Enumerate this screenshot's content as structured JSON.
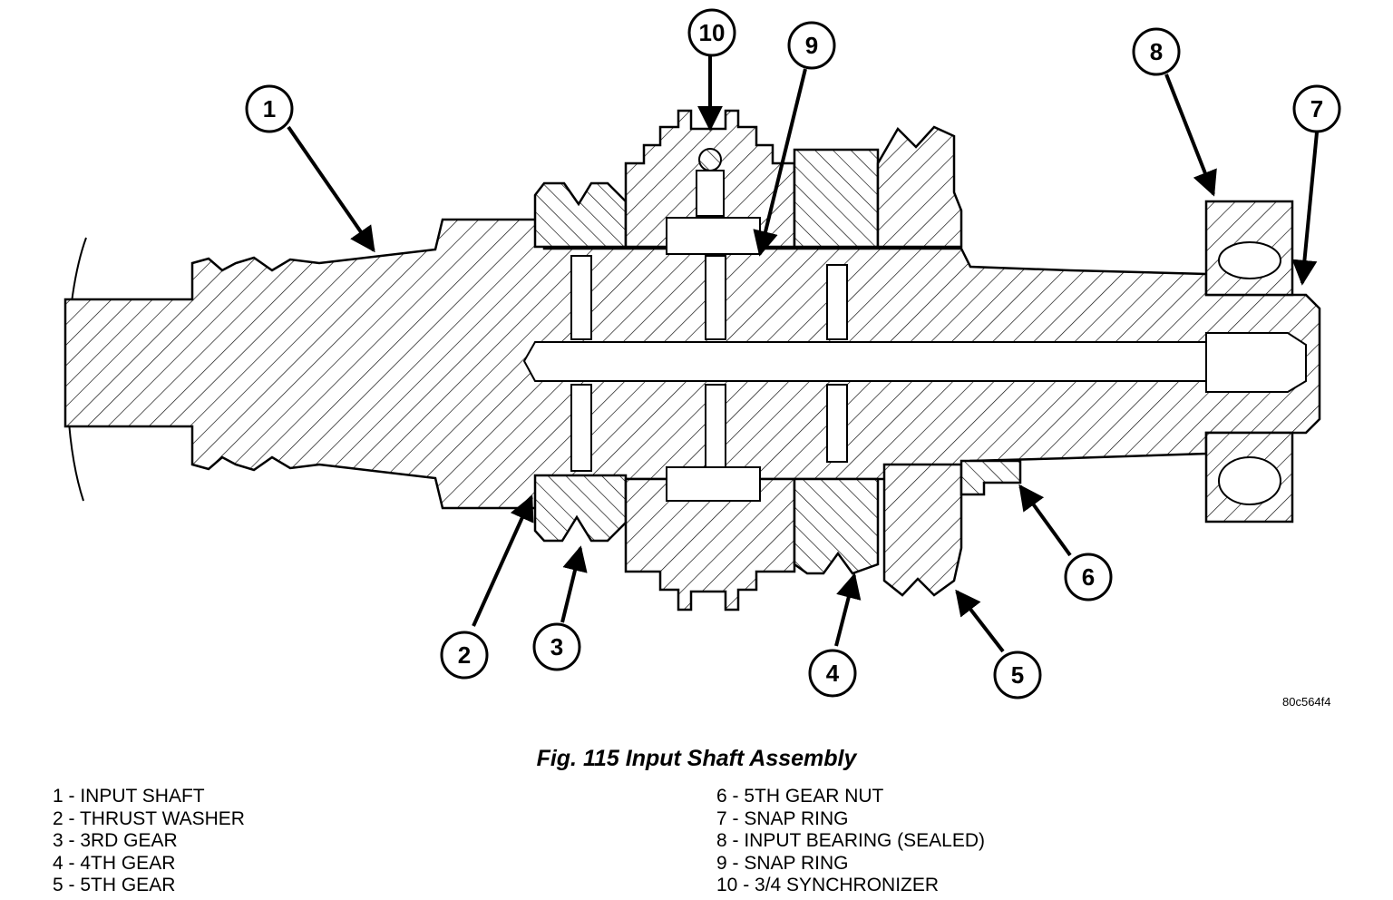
{
  "figure": {
    "caption": "Fig. 115 Input Shaft Assembly",
    "image_code": "80c564f4"
  },
  "callouts": [
    "1",
    "2",
    "3",
    "4",
    "5",
    "6",
    "7",
    "8",
    "9",
    "10"
  ],
  "legend": {
    "left": [
      "1 - INPUT SHAFT",
      "2 - THRUST WASHER",
      "3 - 3RD GEAR",
      "4 - 4TH GEAR",
      "5 - 5TH GEAR"
    ],
    "right": [
      "6 - 5TH GEAR NUT",
      "7 - SNAP RING",
      "8 - INPUT BEARING (SEALED)",
      "9 - SNAP RING",
      "10 - 3/4 SYNCHRONIZER"
    ]
  }
}
